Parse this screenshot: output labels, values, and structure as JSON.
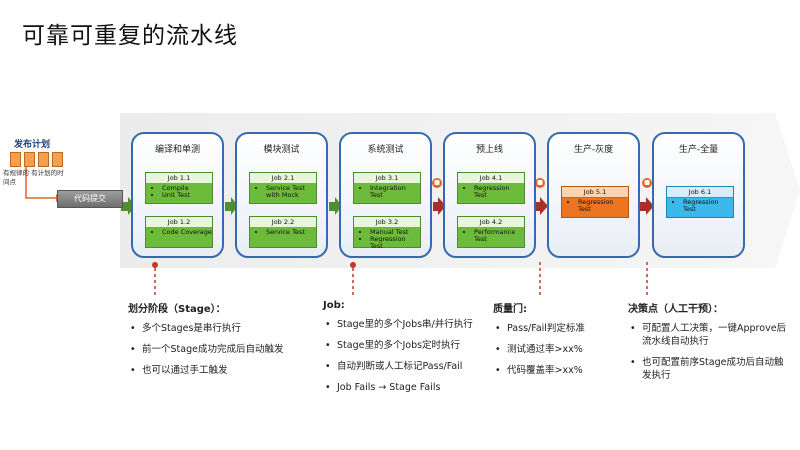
{
  "title": "可靠可重复的流水线",
  "release": {
    "label": "发布计划",
    "note": "有规律的 有计划的时间点",
    "commit_label": "代码提交"
  },
  "stages": [
    {
      "title": "编译和单测",
      "jobs": [
        {
          "title": "Job 1.1",
          "items": [
            "Compile",
            "Unit Test"
          ]
        },
        {
          "title": "Job 1.2",
          "items": [
            "Code Coverage"
          ]
        }
      ]
    },
    {
      "title": "模块测试",
      "jobs": [
        {
          "title": "Job 2.1",
          "items": [
            "Service Test with Mock"
          ]
        },
        {
          "title": "Job 2.2",
          "items": [
            "Service Test"
          ]
        }
      ]
    },
    {
      "title": "系统测试",
      "jobs": [
        {
          "title": "Job 3.1",
          "items": [
            "Integration Test"
          ]
        },
        {
          "title": "Job 3.2",
          "items": [
            "Manual Test",
            "Regression Test"
          ]
        }
      ]
    },
    {
      "title": "预上线",
      "jobs": [
        {
          "title": "Job 4.1",
          "items": [
            "Regression Test"
          ]
        },
        {
          "title": "Job 4.2",
          "items": [
            "Performance Test"
          ]
        }
      ]
    },
    {
      "title": "生产-灰度",
      "jobs": [
        {
          "title": "Job 5.1",
          "items": [
            "Regression Test"
          ]
        }
      ]
    },
    {
      "title": "生产-全量",
      "jobs": [
        {
          "title": "Job 6.1",
          "items": [
            "Regression Test"
          ]
        }
      ]
    }
  ],
  "annotations": {
    "stage": {
      "heading": "划分阶段（Stage）：",
      "items": [
        "多个Stages是串行执行",
        "前一个Stage成功完成后自动触发",
        "也可以通过手工触发"
      ]
    },
    "job": {
      "heading": "Job:",
      "items": [
        "Stage里的多个Jobs串/并行执行",
        "Stage里的多个Jobs定时执行",
        "自动判断或人工标记Pass/Fail",
        "Job Fails → Stage Fails"
      ]
    },
    "gate": {
      "heading": "质量门:",
      "items": [
        "Pass/Fail判定标准",
        "测试通过率>xx%",
        "代码覆盖率>xx%"
      ]
    },
    "decision": {
      "heading": "决策点（人工干预）：",
      "items": [
        "可配置人工决策，一键Approve后流水线自动执行",
        "也可配置前序Stage成功后自动触发执行"
      ]
    }
  },
  "colors": {
    "stage_border": "#3569b0",
    "job_green": "#6dbb3b",
    "job_orange": "#ec7522",
    "job_blue": "#3cb8ea",
    "arrow_green": "#4f8f2f",
    "arrow_red": "#a8302b",
    "gate_orange": "#e8612c",
    "plan_orange": "#f6a04d"
  }
}
